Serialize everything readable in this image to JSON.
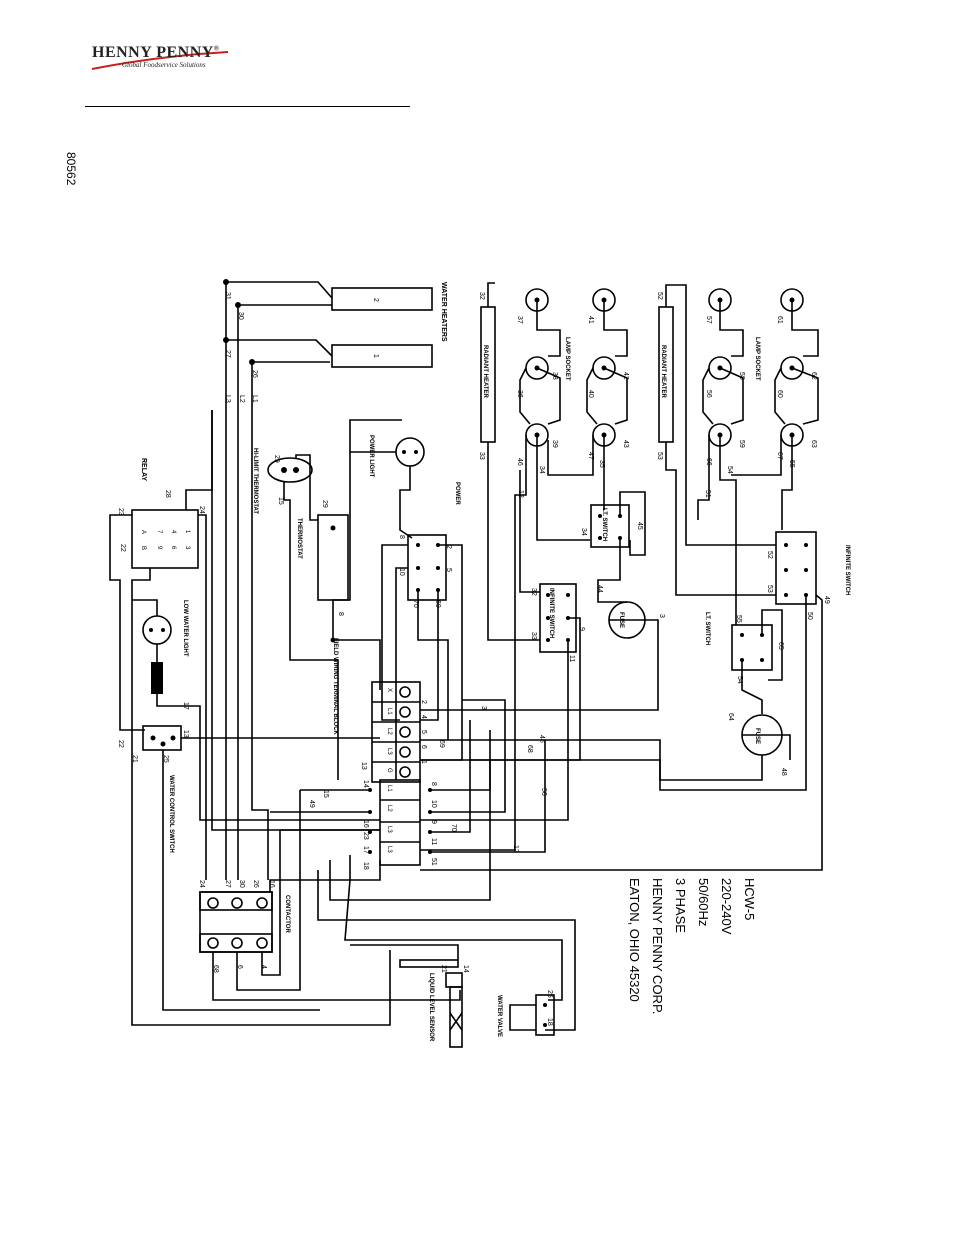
{
  "header": {
    "brand": "HENNY PENNY",
    "registered": "®",
    "tagline": "Global Foodservice Solutions",
    "doc_number": "80562"
  },
  "components": {
    "water_heaters": "WATER HEATERS",
    "heater_1": "1",
    "heater_2": "2",
    "radiant_heater": "RADIANT HEATER",
    "lamp_socket": "LAMP SOCKET",
    "power_light": "POWER LIGHT",
    "power": "POWER",
    "thermostat": "THERMOSTAT",
    "hi_limit_thermostat": "HI-LIMIT THERMOSTAT",
    "relay": "RELAY",
    "low_water_light": "LOW WATER LIGHT",
    "infinite_switch": "INFINITE SWITCH",
    "lt_switch": "LT. SWITCH",
    "fuse": "FUSE",
    "field_wiring": "FIELD WIRING TERMINAL BLOCK",
    "water_control_switch": "WATER CONTROL SWITCH",
    "contactor": "CONTACTOR",
    "liquid_level_sensor": "LIQUID LEVEL SENSOR",
    "water_valve": "WATER VALVE",
    "line_labels": [
      "L3",
      "L2",
      "L1"
    ]
  },
  "spec_block": {
    "lines": [
      "HCW-5",
      "220-240V",
      "50/60Hz",
      "3 PHASE",
      "HENNY PENNY CORP.",
      "EATON, OHIO 45320"
    ]
  },
  "wire_numbers": {
    "top_left": [
      "31",
      "30",
      "27",
      "26"
    ],
    "lamp_a": [
      "37",
      "38",
      "36",
      "39",
      "46",
      "34",
      "41",
      "42",
      "40",
      "43",
      "47",
      "35"
    ],
    "lamp_b": [
      "57",
      "58",
      "56",
      "59",
      "66",
      "54",
      "61",
      "62",
      "60",
      "63",
      "67",
      "55"
    ],
    "radiant": [
      "32",
      "33",
      "52",
      "53"
    ],
    "misc": [
      "12",
      "51",
      "45",
      "44",
      "3",
      "9",
      "11",
      "65",
      "64",
      "48",
      "49",
      "50",
      "70",
      "69",
      "68",
      "29",
      "15",
      "28",
      "24",
      "23",
      "22",
      "21",
      "25",
      "13",
      "17",
      "14",
      "18",
      "16",
      "6",
      "4",
      "8",
      "2",
      "5",
      "10",
      "7",
      "1",
      "x"
    ]
  }
}
